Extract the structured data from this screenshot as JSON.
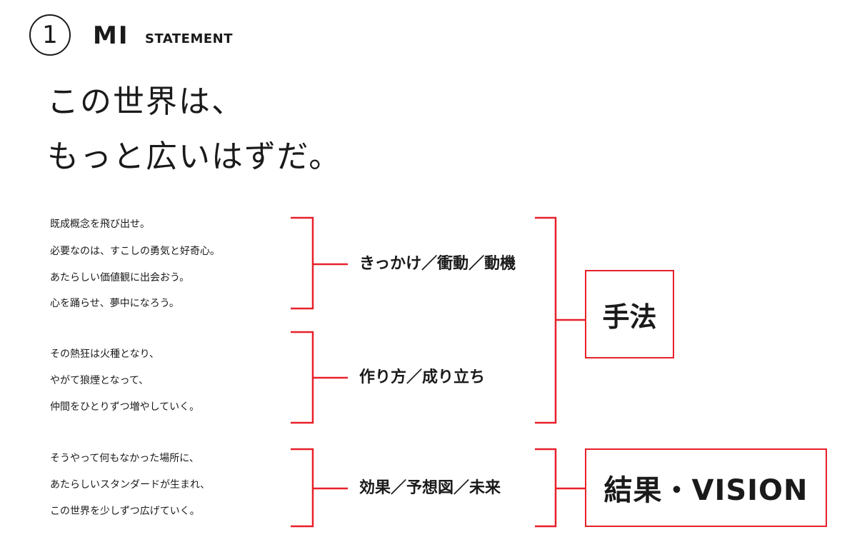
{
  "header": {
    "number": "1",
    "section": "MI",
    "subtitle": "STATEMENT"
  },
  "headline": [
    "この世界は、",
    "もっと広いはずだ。"
  ],
  "groups": [
    {
      "lines": [
        "既成概念を飛び出せ。",
        "必要なのは、すこしの勇気と好奇心。",
        "あたらしい価値観に出会おう。",
        "心を踊らせ、夢中になろう。"
      ],
      "label": "きっかけ／衝動／動機"
    },
    {
      "lines": [
        "その熱狂は火種となり、",
        "やがて狼煙となって、",
        "仲間をひとりずつ増やしていく。"
      ],
      "label": "作り方／成り立ち"
    },
    {
      "lines": [
        "そうやって何もなかった場所に、",
        "あたらしいスタンダードが生まれ、",
        "この世界を少しずつ広げていく。"
      ],
      "label": "効果／予想図／未来"
    }
  ],
  "outcomes": {
    "method": "手法",
    "result": "結果・VISION"
  },
  "colors": {
    "accent": "#e8202a",
    "text": "#1a1a1a"
  }
}
